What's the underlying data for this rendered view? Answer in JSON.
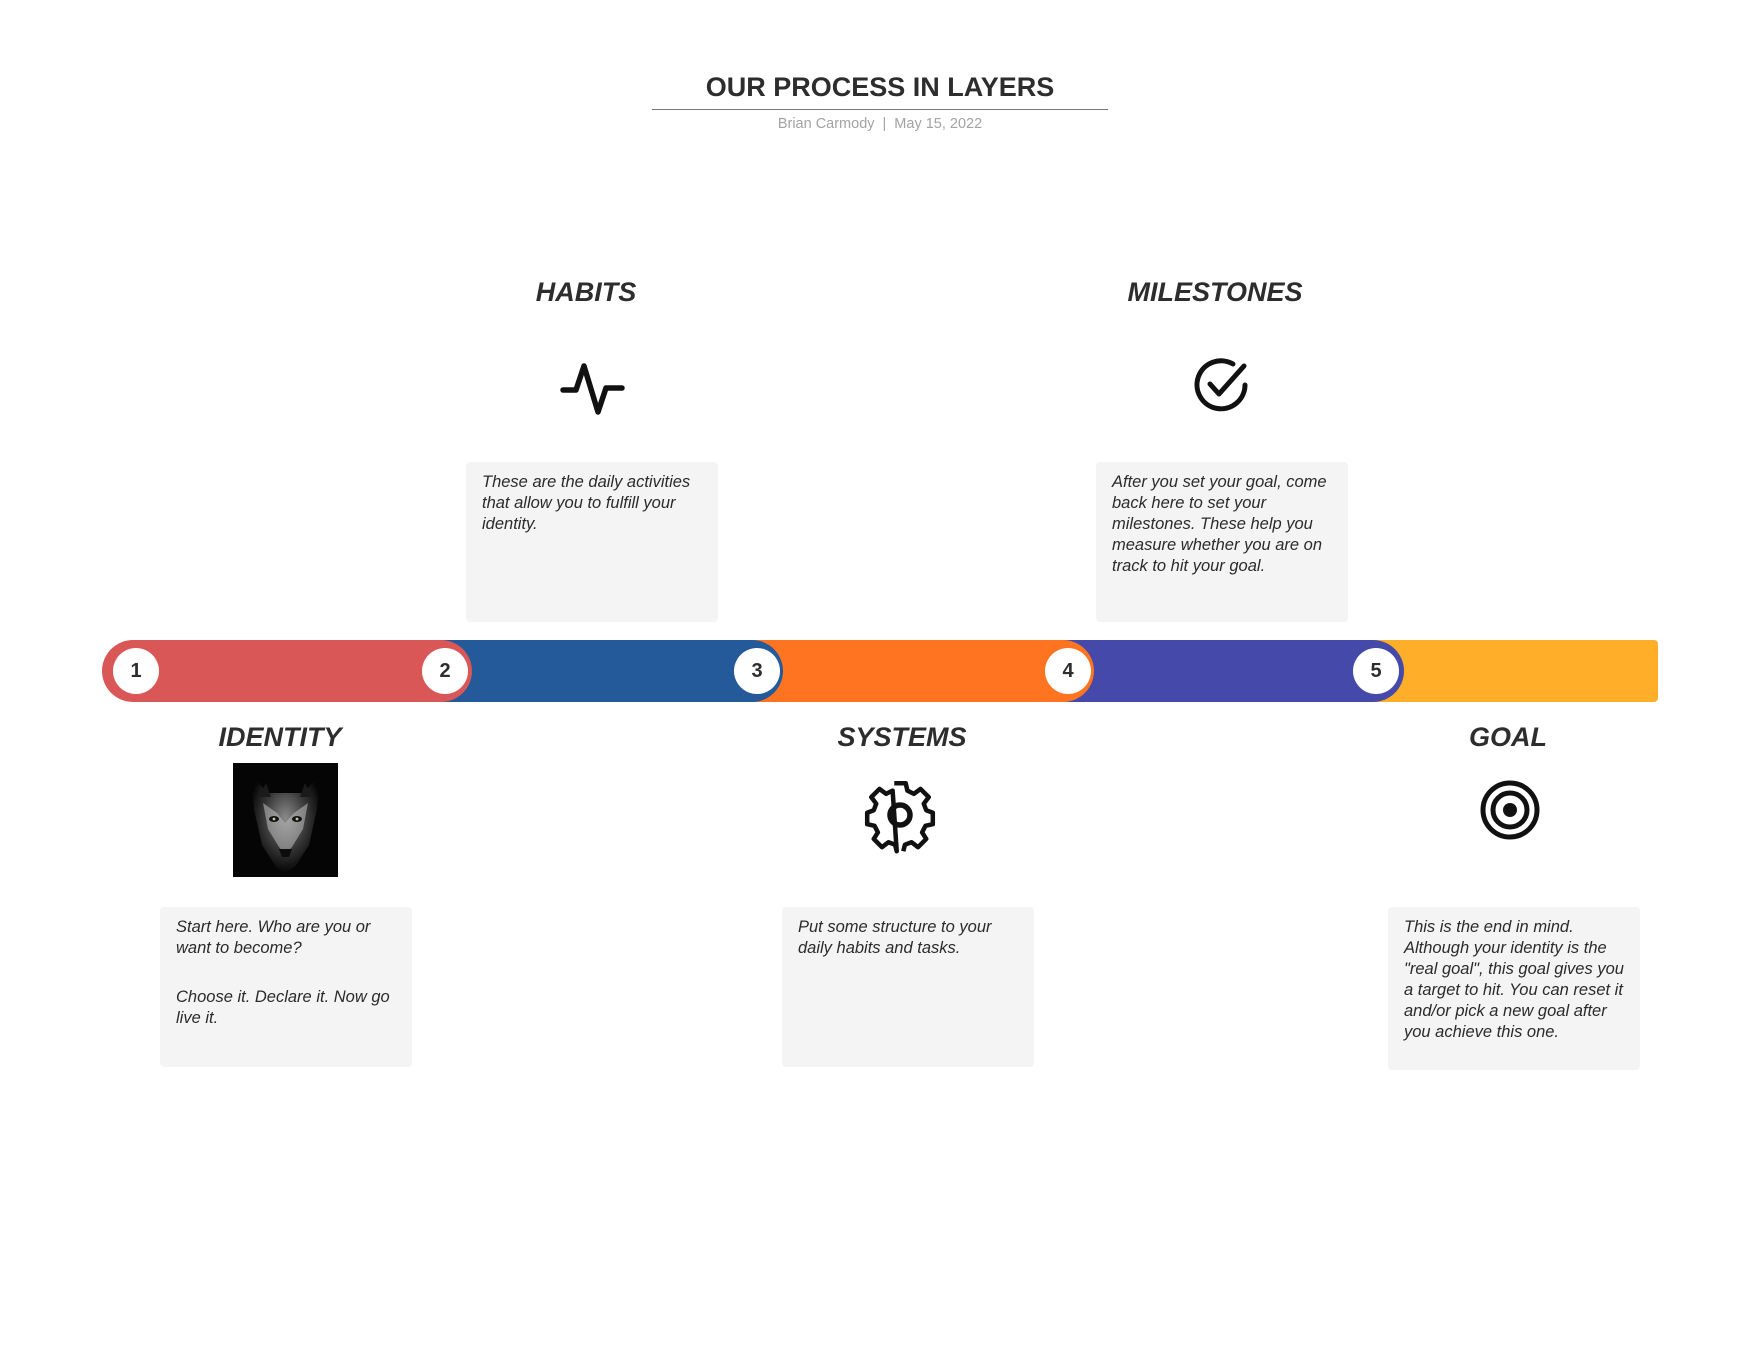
{
  "header": {
    "title": "OUR PROCESS IN LAYERS",
    "author": "Brian Carmody",
    "separator": "|",
    "date": "May 15, 2022"
  },
  "colors": {
    "identity": "#d95757",
    "habits": "#245a99",
    "systems": "#ff7421",
    "milestones": "#4549a9",
    "goal": "#ffae2a"
  },
  "steps": [
    {
      "number": "1",
      "title": "IDENTITY",
      "icon": "wolf-image",
      "text": [
        "Start here. Who are you or want to become?",
        "Choose it. Declare it. Now go live it."
      ]
    },
    {
      "number": "2",
      "title": "HABITS",
      "icon": "activity-pulse-icon",
      "text": [
        "These are the daily activities that allow you to fulfill your identity."
      ]
    },
    {
      "number": "3",
      "title": "SYSTEMS",
      "icon": "gear-icon",
      "text": [
        "Put some structure to your daily habits and tasks."
      ]
    },
    {
      "number": "4",
      "title": "MILESTONES",
      "icon": "check-circle-icon",
      "text": [
        "After you set your goal, come back here to set your milestones. These help you measure whether you are on track to hit your goal."
      ]
    },
    {
      "number": "5",
      "title": "GOAL",
      "icon": "target-icon",
      "text": [
        "This is the end in mind. Although your identity is the \"real goal\", this goal gives you a target to hit. You can reset it and/or pick a new goal after you achieve this one."
      ]
    }
  ]
}
